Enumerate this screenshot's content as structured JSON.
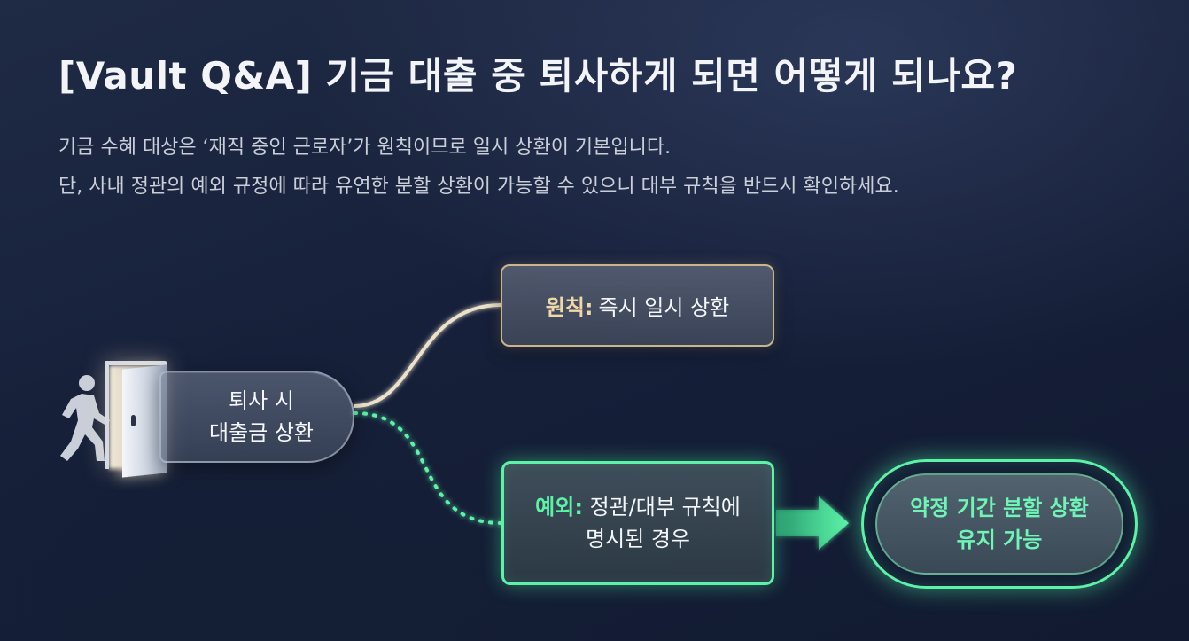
{
  "title": "[Vault Q&A] 기금 대출 중 퇴사하게 되면 어떻게 되나요?",
  "subtitle": {
    "line1": "기금 수혜 대상은 ‘재직 중인 근로자’가 원칙이므로 일시 상환이 기본입니다.",
    "line2": "단, 사내 정관의 예외 규정에 따라 유연한 분할 상환이 가능할 수 있으니 대부 규칙을 반드시 확인하세요."
  },
  "diagram": {
    "start": {
      "line1": "퇴사 시",
      "line2": "대출금 상환"
    },
    "principle": {
      "tag": "원칙:",
      "text": "즉시 일시 상환"
    },
    "exception": {
      "tag": "예외:",
      "text_line1": "정관/대부 규칙에",
      "text_line2": "명시된 경우"
    },
    "result": {
      "line1": "약정 기간 분할 상환",
      "line2": "유지 가능"
    },
    "colors": {
      "principle_accent": "#f0d9a6",
      "exception_accent": "#5cf2a8",
      "background": "#16203a"
    },
    "icons": [
      "walking-person-icon",
      "open-door-icon",
      "arrow-right-icon"
    ]
  }
}
